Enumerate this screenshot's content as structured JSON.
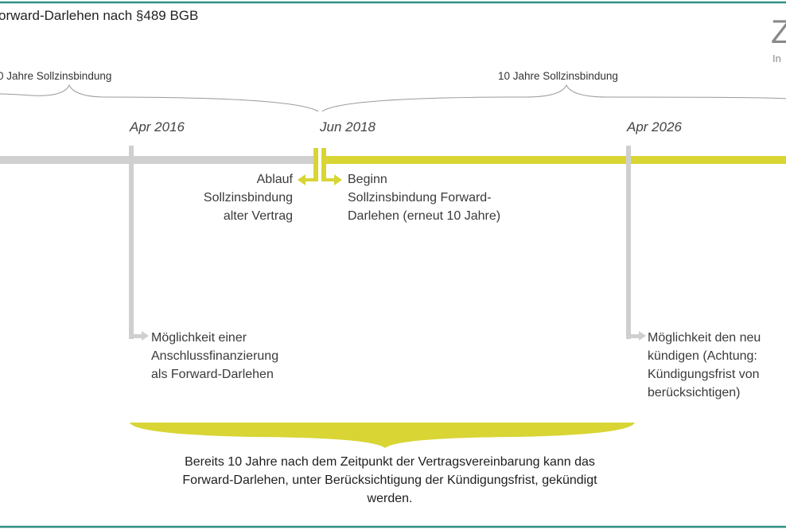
{
  "title": "orward-Darlehen nach §489 BGB",
  "logo": {
    "letter": "Z",
    "sub": "In"
  },
  "braces": {
    "left_label": "0 Jahre Sollzinsbindung",
    "right_label": "10 Jahre Sollzinsbindung"
  },
  "dates": {
    "d1": "Apr 2016",
    "d2": "Jun 2018",
    "d3": "Apr 2026"
  },
  "notes": {
    "ablauf": [
      "Ablauf",
      "Sollzinsbindung",
      "alter Vertrag"
    ],
    "beginn": [
      "Beginn",
      "Sollzinsbindung Forward-",
      "Darlehen (erneut 10 Jahre)"
    ],
    "anschluss": [
      "Möglichkeit einer",
      "Anschlussfinanzierung",
      "als Forward-Darlehen"
    ],
    "kuendigung": [
      "Möglichkeit den neu",
      "kündigen (Achtung:",
      "Kündigungsfrist von",
      "berücksichtigen)"
    ]
  },
  "bottom": [
    "Bereits 10 Jahre nach dem Zeitpunkt der Vertragsvereinbarung kann das",
    "Forward-Darlehen, unter Berücksichtigung der Kündigungsfrist, gekündigt",
    "werden."
  ],
  "colors": {
    "frame": "#2f8f84",
    "gray": "#d0d0d0",
    "yellow": "#d8d534",
    "brace": "#9a9a9a"
  }
}
